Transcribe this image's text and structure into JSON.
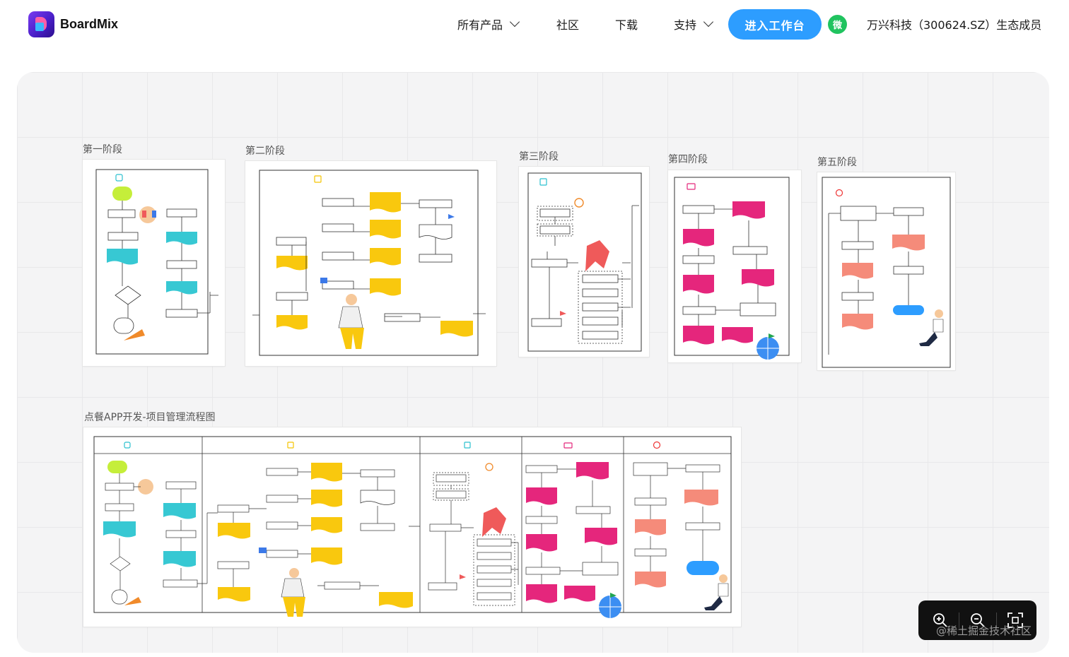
{
  "brand": {
    "name": "BoardMix"
  },
  "nav": {
    "products": "所有产品",
    "community": "社区",
    "download": "下载",
    "support": "支持",
    "workspace_button": "进入工作台",
    "wechat_glyph": "微",
    "partner_text": "万兴科技（300624.SZ）生态成员"
  },
  "stages": [
    {
      "label": "第一阶段",
      "title": "项目启动",
      "color": "#2bc0cf"
    },
    {
      "label": "第二阶段",
      "title": "项目策划",
      "color": "#f5c400"
    },
    {
      "label": "第三阶段",
      "title": "项目执行",
      "color": "#2bc0cf"
    },
    {
      "label": "第四阶段",
      "title": "项目监控",
      "color": "#e4277b"
    },
    {
      "label": "第五阶段",
      "title": "项目收尾",
      "color": "#f0876f"
    }
  ],
  "overview": {
    "label": "点餐APP开发-项目管理流程图"
  },
  "colors": {
    "cyan": "#37c8d3",
    "yellow": "#f9c80e",
    "magenta": "#e5267c",
    "salmon": "#f58b7a",
    "blue": "#2d9dff",
    "lime": "#c5ee3a"
  },
  "toolbar": {
    "zoom_in": "zoom-in-icon",
    "zoom_out": "zoom-out-icon",
    "fit": "fit-screen-icon"
  },
  "watermark": "@稀土掘金技术社区"
}
